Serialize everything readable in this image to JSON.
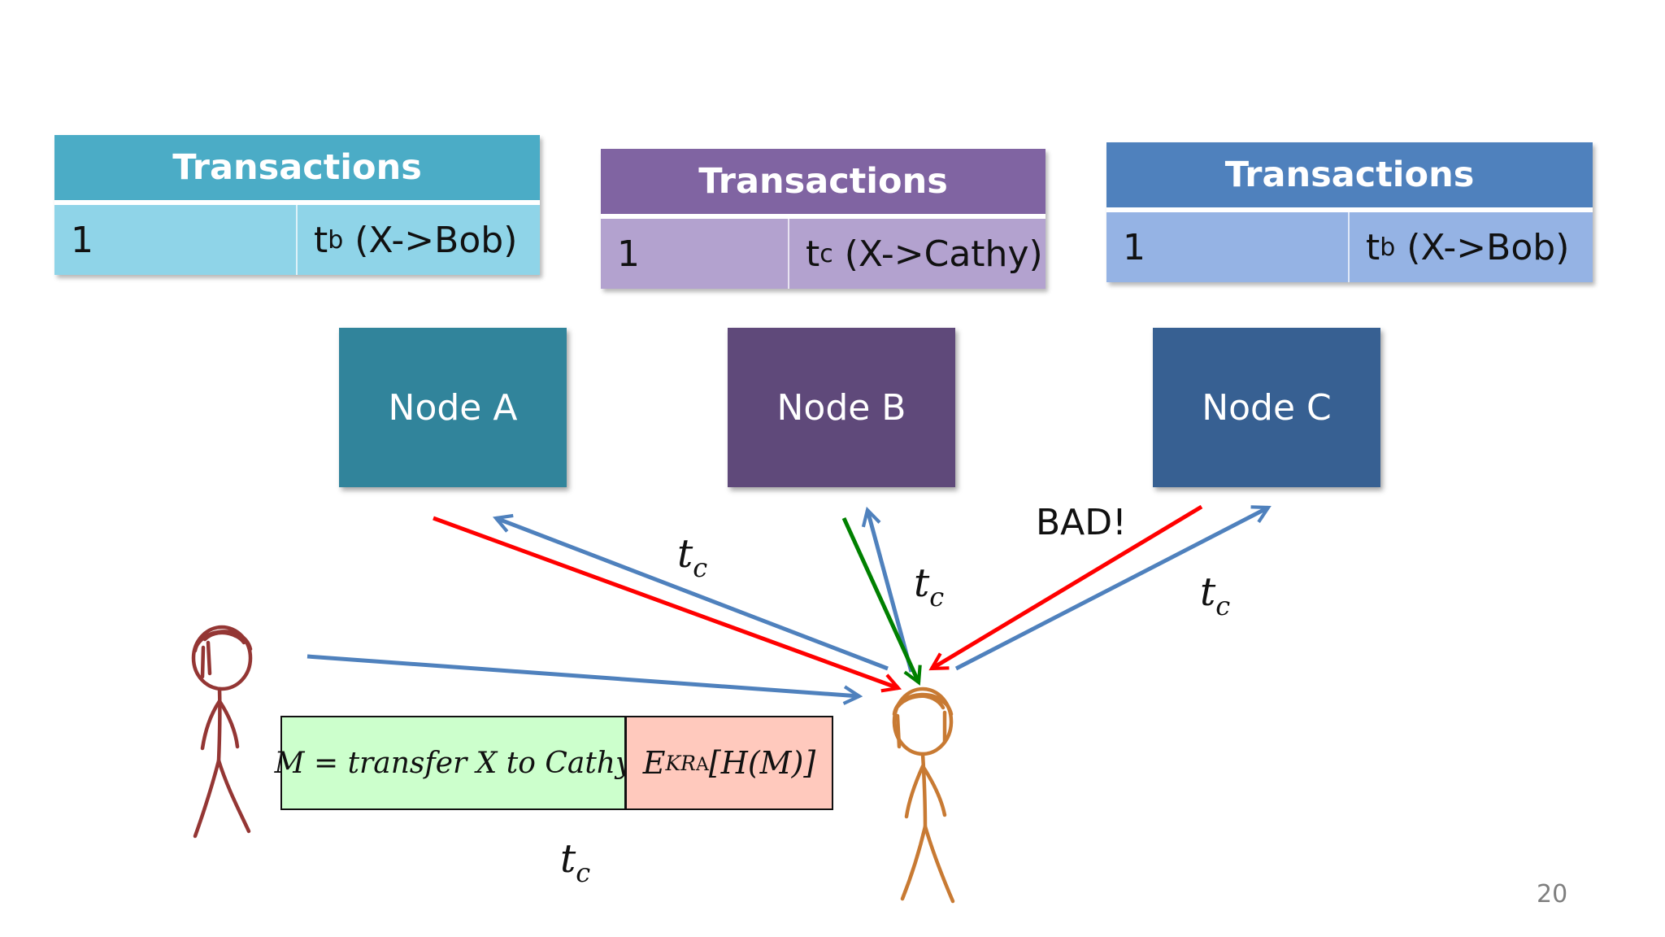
{
  "tables": [
    {
      "header": "Transactions",
      "index": "1",
      "tx_letter": "t",
      "tx_sub": "b",
      "tx_desc": " (X->Bob)"
    },
    {
      "header": "Transactions",
      "index": "1",
      "tx_letter": "t",
      "tx_sub": "c",
      "tx_desc": " (X->Cathy)"
    },
    {
      "header": "Transactions",
      "index": "1",
      "tx_letter": "t",
      "tx_sub": "b",
      "tx_desc": " (X->Bob)"
    }
  ],
  "nodes": {
    "a": "Node A",
    "b": "Node B",
    "c": "Node C"
  },
  "labels": {
    "tc_letter": "t",
    "tc_sub": "c",
    "bad": "BAD!"
  },
  "message": {
    "plain": "M = transfer X to Cathy",
    "sig_e": "E",
    "sig_sub": "KR",
    "sig_subsub": "A",
    "sig_rest": "[H(M)]"
  },
  "page_number": "20",
  "colors": {
    "table_a_header": "#4bacc6",
    "table_b_header": "#8064a2",
    "table_c_header": "#4f81bd",
    "node_a": "#31849b",
    "node_b": "#5f497a",
    "node_c": "#376092",
    "arrow_blue": "#4f81bd",
    "arrow_red": "#ff0000",
    "arrow_green": "#008000",
    "person_left": "#943634",
    "person_cathy": "#c87a33"
  }
}
